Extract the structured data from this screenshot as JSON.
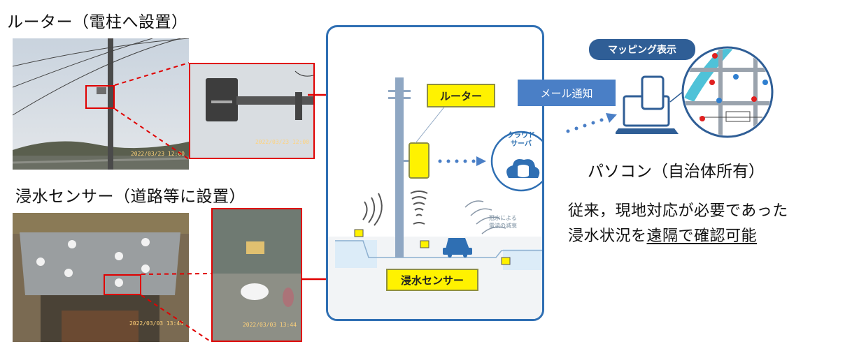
{
  "router_section": {
    "heading": "ルーター（電柱へ設置）",
    "photo_stamp_wide": "2022/03/23 12:00",
    "photo_stamp_zoom": "2022/03/23 12:00"
  },
  "sensor_section": {
    "heading": "浸水センサー（道路等に設置）",
    "photo_stamp_wide": "2022/03/03 13:44",
    "photo_stamp_zoom": "2022/03/03 13:44"
  },
  "diagram": {
    "router_label": "ルーター",
    "sensor_label": "浸水センサー",
    "cloud_label_line1": "クラウド",
    "cloud_label_line2": "サーバ",
    "wave_label_line1": "冠水による",
    "wave_label_line2": "電波の減衰"
  },
  "mail_badge": "メール通知",
  "map_badge": "マッピング表示",
  "pc_caption": "パソコン（自治体所有）",
  "description": {
    "line1": "従来，現地対応が必要であった",
    "line2_prefix": "浸水状況を",
    "line2_underline": "遠隔で確認可能"
  },
  "colors": {
    "accent_red": "#e00000",
    "label_yellow": "#fff200",
    "badge_blue": "#4a7fc6",
    "badge_navy": "#2f5e96",
    "frame_blue": "#2f6fb3",
    "water_blue": "#dcecf8"
  }
}
